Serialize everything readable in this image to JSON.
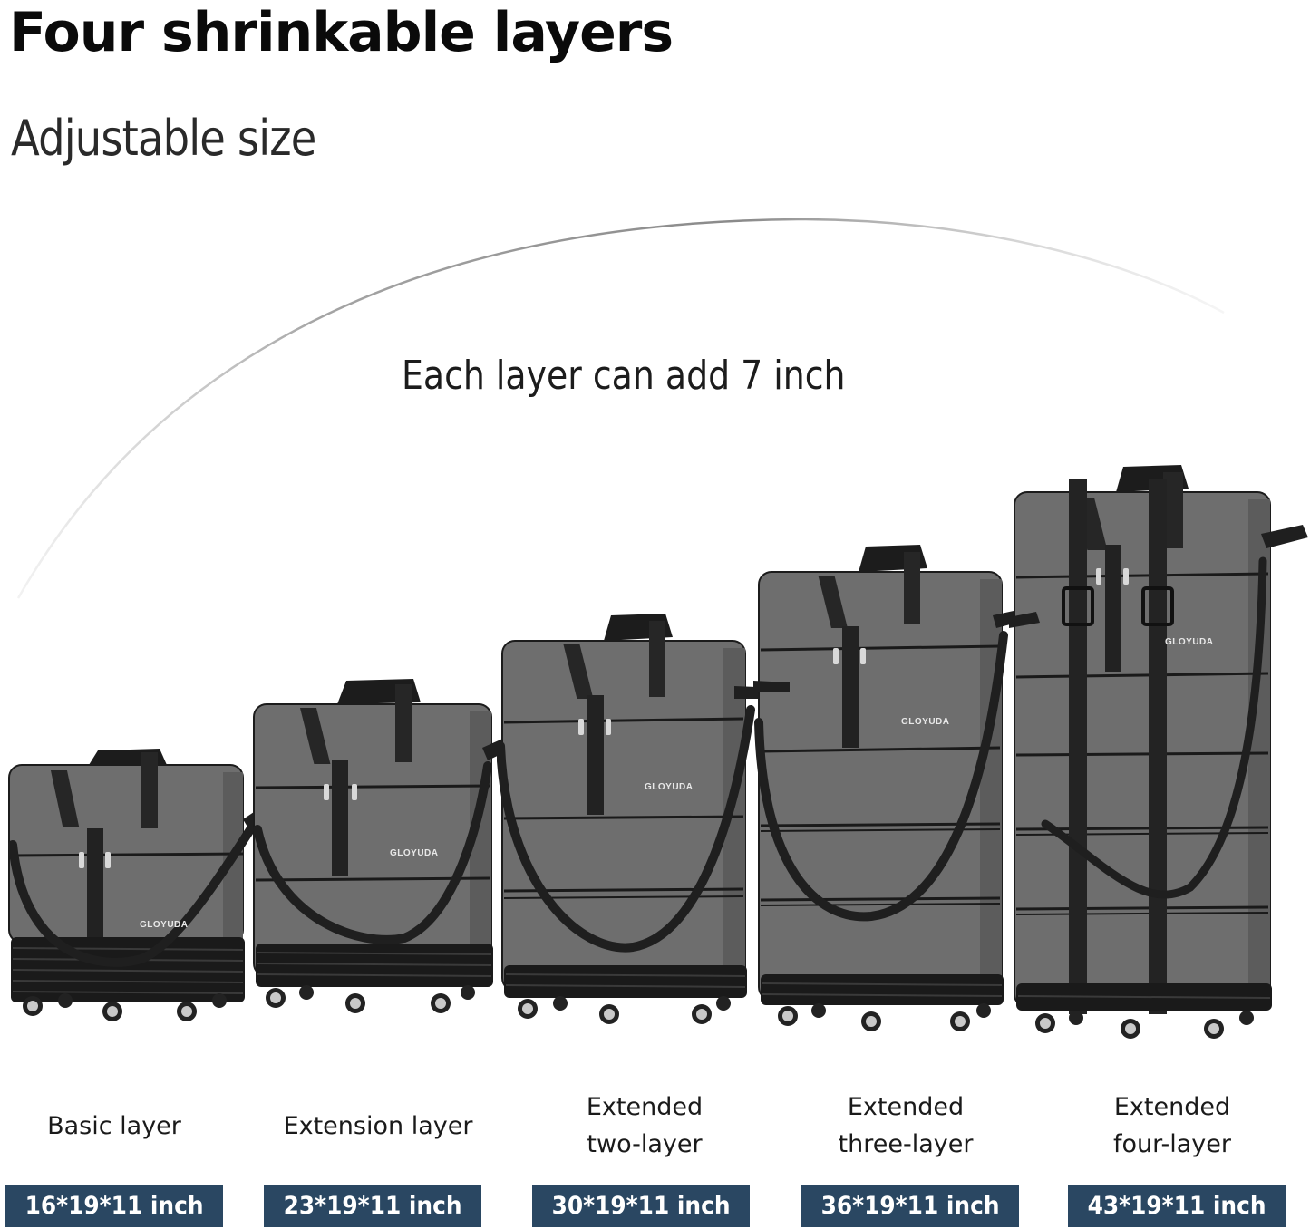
{
  "header": {
    "title": "Four shrinkable layers",
    "subtitle": "Adjustable size"
  },
  "note": "Each layer can add 7 inch",
  "brand": "GLOYUDA",
  "colors": {
    "badge_bg": "#2a4762",
    "badge_text": "#ffffff",
    "bag_body": "#6f6f6f",
    "bag_strap": "#1e1e1e"
  },
  "icons": {
    "bag": "luggage-bag-icon",
    "wheel": "caster-wheel-icon",
    "zipper": "zipper-pull-icon",
    "arc": "growth-arc-icon"
  },
  "layers": [
    {
      "caption_line1": "Basic layer",
      "caption_line2": "",
      "size": "16*19*11 inch"
    },
    {
      "caption_line1": "Extension layer",
      "caption_line2": "",
      "size": "23*19*11 inch"
    },
    {
      "caption_line1": "Extended",
      "caption_line2": "two-layer",
      "size": "30*19*11 inch"
    },
    {
      "caption_line1": "Extended",
      "caption_line2": "three-layer",
      "size": "36*19*11 inch"
    },
    {
      "caption_line1": "Extended",
      "caption_line2": "four-layer",
      "size": "43*19*11 inch"
    }
  ]
}
